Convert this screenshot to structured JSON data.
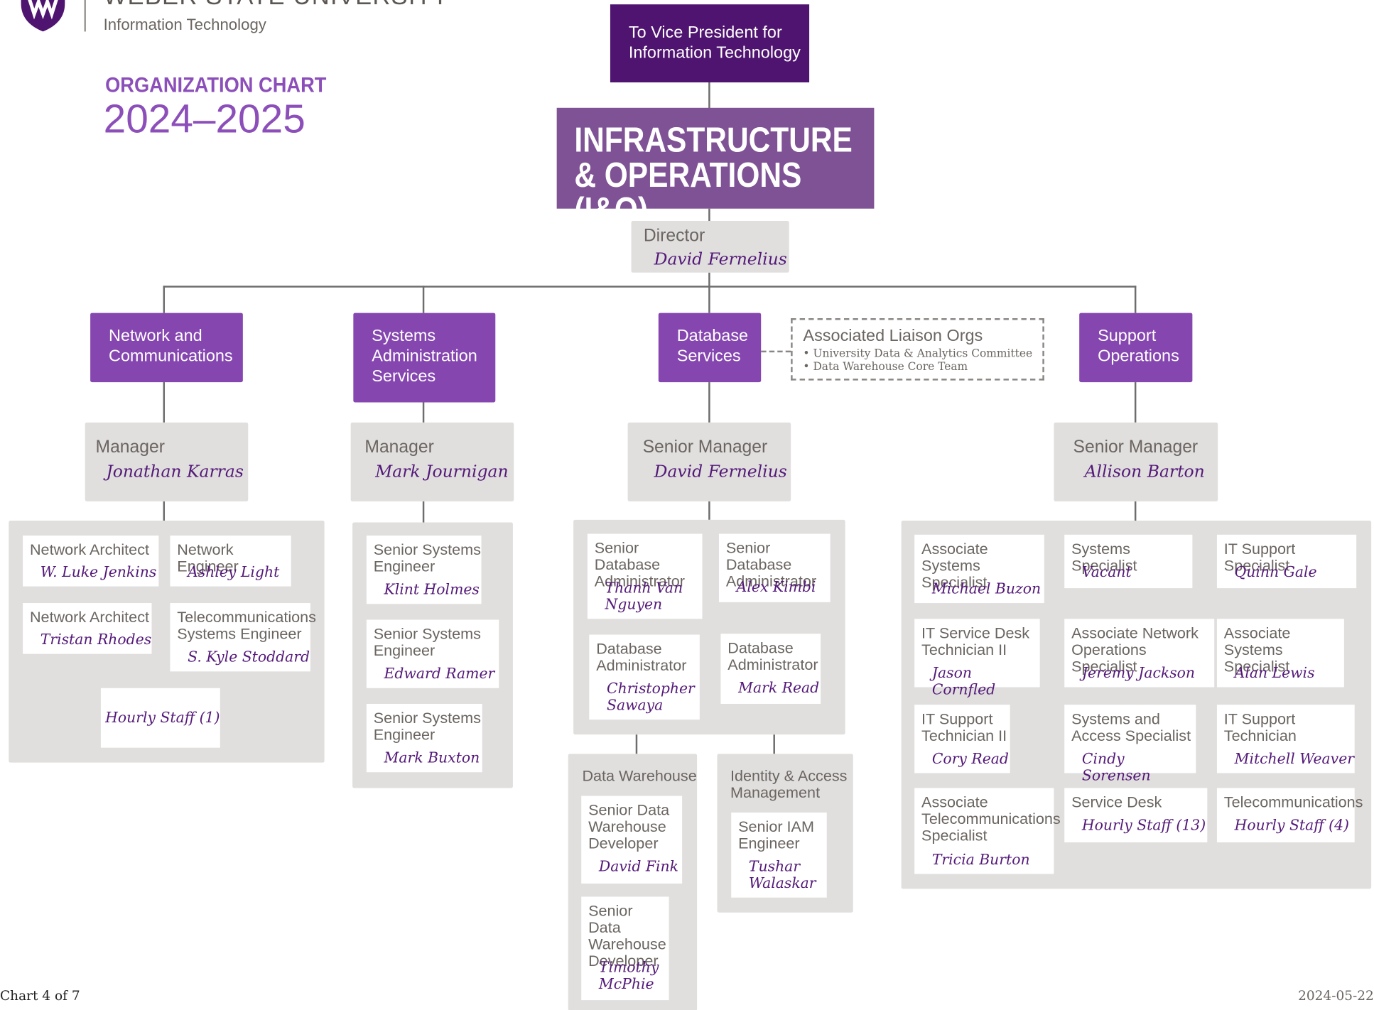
{
  "header": {
    "university": "WEBER STATE UNIVERSITY",
    "division": "Information Technology",
    "chart_title": "ORGANIZATION CHART",
    "year": "2024–2025"
  },
  "top": {
    "vp": "To Vice President for\nInformation Technology",
    "unit": "INFRASTRUCTURE\n& OPERATIONS (I&O)",
    "director_title": "Director",
    "director_name": "David Fernelius"
  },
  "departments": {
    "network": {
      "label": "Network and\nCommunications",
      "manager_title": "Manager",
      "manager_name": "Jonathan Karras",
      "staff": [
        {
          "title": "Network Architect",
          "name": "W. Luke Jenkins"
        },
        {
          "title": "Network Engineer",
          "name": "Ashley Light"
        },
        {
          "title": "Network Architect",
          "name": "Tristan Rhodes"
        },
        {
          "title": "Telecommunications\nSystems Engineer",
          "name": "S. Kyle Stoddard"
        },
        {
          "title": "",
          "name": "Hourly Staff (1)"
        }
      ]
    },
    "systems": {
      "label": "Systems\nAdministration\nServices",
      "manager_title": "Manager",
      "manager_name": "Mark Journigan",
      "staff": [
        {
          "title": "Senior Systems\nEngineer",
          "name": "Klint Holmes"
        },
        {
          "title": "Senior Systems\nEngineer",
          "name": "Edward Ramer"
        },
        {
          "title": "Senior Systems\nEngineer",
          "name": "Mark Buxton"
        }
      ]
    },
    "database": {
      "label": "Database\nServices",
      "manager_title": "Senior Manager",
      "manager_name": "David Fernelius",
      "staff": [
        {
          "title": "Senior Database\nAdministrator",
          "name": "Thanh Van\nNguyen"
        },
        {
          "title": "Senior Database\nAdministrator",
          "name": "Alex Kimbi"
        },
        {
          "title": "Database\nAdministrator",
          "name": "Christopher\nSawaya"
        },
        {
          "title": "Database\nAdministrator",
          "name": "Mark Read"
        }
      ],
      "data_warehouse": {
        "label": "Data Warehouse",
        "staff": [
          {
            "title": "Senior Data\nWarehouse\nDeveloper",
            "name": "David Fink"
          },
          {
            "title": "Senior Data\nWarehouse\nDeveloper",
            "name": "Timothy\nMcPhie"
          }
        ]
      },
      "iam": {
        "label": "Identity & Access\nManagement",
        "staff": [
          {
            "title": "Senior IAM\nEngineer",
            "name": "Tushar\nWalaskar"
          }
        ]
      }
    },
    "liaison": {
      "label": "Associated Liaison Orgs",
      "items": [
        "• University Data & Analytics Committee",
        "• Data Warehouse Core Team"
      ]
    },
    "support": {
      "label": "Support\nOperations",
      "manager_title": "Senior Manager",
      "manager_name": "Allison Barton",
      "staff": [
        {
          "title": "Associate Systems\nSpecialist",
          "name": "Michael Buzon"
        },
        {
          "title": "Systems Specialist",
          "name": "Vacant"
        },
        {
          "title": "IT Support Specialist",
          "name": "Quinn Gale"
        },
        {
          "title": "IT Service Desk\nTechnician II",
          "name": "Jason Cornfled"
        },
        {
          "title": "Associate Network\nOperations Specialist",
          "name": "Jeremy Jackson"
        },
        {
          "title": "Associate Systems\nSpecialist",
          "name": "Alan Lewis"
        },
        {
          "title": "IT Support\nTechnician II",
          "name": "Cory Read"
        },
        {
          "title": "Systems and\nAccess Specialist",
          "name": "Cindy Sorensen"
        },
        {
          "title": "IT Support\nTechnician",
          "name": "Mitchell Weaver"
        },
        {
          "title": "Associate\nTelecommunications\nSpecialist",
          "name": "Tricia Burton"
        },
        {
          "title": "Service Desk",
          "name": "Hourly Staff (13)"
        },
        {
          "title": "Telecommunications",
          "name": "Hourly Staff (4)"
        }
      ]
    }
  },
  "footer": {
    "page": "Chart 4 of 7",
    "date": "2024-05-22"
  },
  "colors": {
    "dark_purple": "#4f1470",
    "mid_purple": "#7e5294",
    "dept_purple": "#8546b0",
    "name_purple": "#541979",
    "title_purple": "#8c4fba",
    "gray_box": "#e0dfde",
    "gray_text": "#6b6561"
  }
}
